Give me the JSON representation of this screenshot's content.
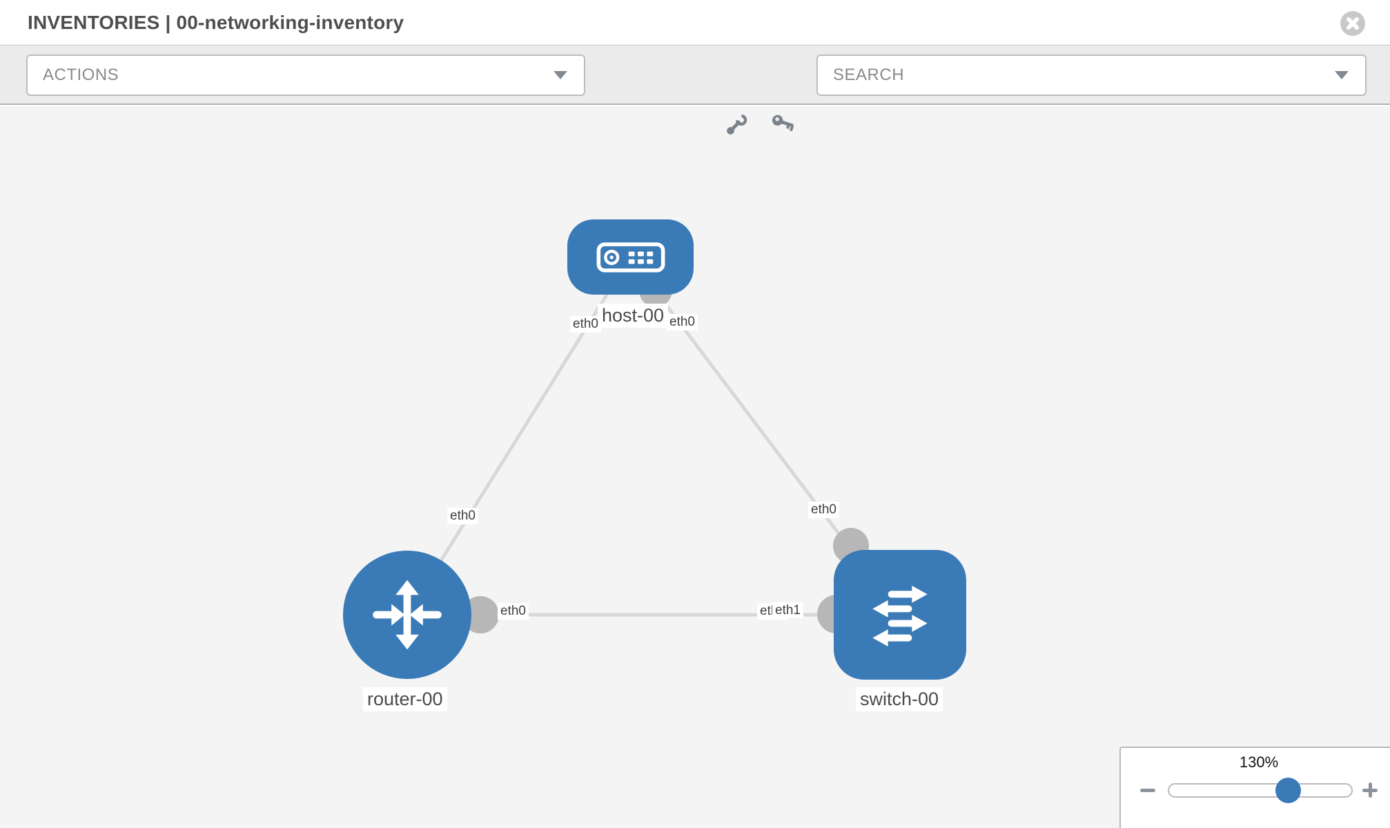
{
  "header": {
    "title": "INVENTORIES | 00-networking-inventory"
  },
  "toolbar": {
    "actions_label": "ACTIONS",
    "search_label": "SEARCH",
    "icons": [
      {
        "name": "wrench-icon"
      },
      {
        "name": "key-icon"
      }
    ]
  },
  "colors": {
    "node_blue": "#3a7ab6",
    "link_gray": "#d8d8d8",
    "dot_gray": "#b7b7b7",
    "canvas_bg": "#f4f4f4",
    "toolbar_bg": "#ebebeb"
  },
  "topology": {
    "nodes": [
      {
        "label": "host-00",
        "type": "host",
        "shape": "rounded-rect"
      },
      {
        "label": "router-00",
        "type": "router",
        "shape": "circle"
      },
      {
        "label": "switch-00",
        "type": "switch",
        "shape": "rounded-square"
      }
    ],
    "links": [
      {
        "from": "host-00",
        "from_interface": "eth0",
        "to": "router-00",
        "to_interface": "eth0"
      },
      {
        "from": "host-00",
        "from_interface": "eth0",
        "to": "switch-00",
        "to_interface": "eth0"
      },
      {
        "from": "router-00",
        "from_interface": "eth0",
        "to": "switch-00",
        "to_interface": "eth1",
        "to_interface_overlapped": "eth0"
      }
    ]
  },
  "zoom_control": {
    "level": "130%"
  }
}
